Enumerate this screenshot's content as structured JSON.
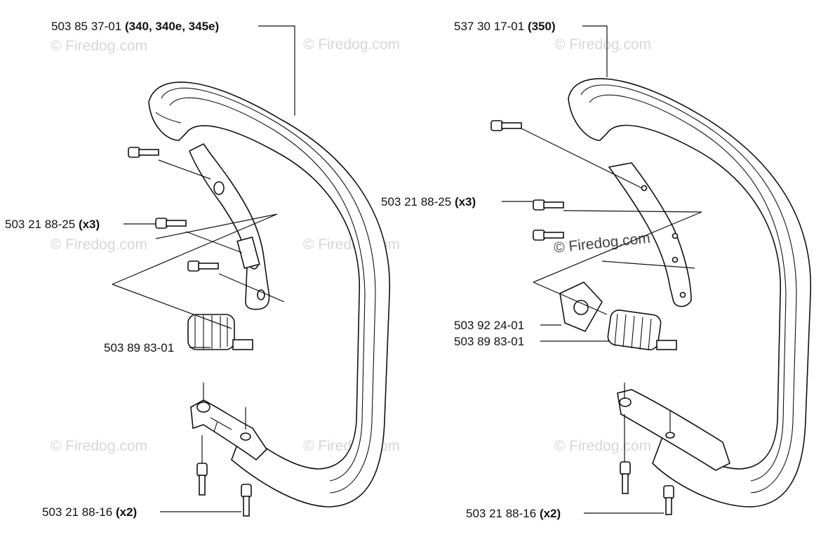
{
  "watermark": "© Firedog.com",
  "left": {
    "labels": [
      {
        "part": "503 85 37-01",
        "note": "(340, 340e, 345e)"
      },
      {
        "part": "503 21 88-25",
        "note": "(x3)"
      },
      {
        "part": "503 89 83-01",
        "note": ""
      },
      {
        "part": "503 21 88-16",
        "note": "(x2)"
      }
    ]
  },
  "right": {
    "labels": [
      {
        "part": "537 30 17-01",
        "note": "(350)"
      },
      {
        "part": "503 21 88-25",
        "note": "(x3)"
      },
      {
        "part": "503 92 24-01",
        "note": ""
      },
      {
        "part": "503 89 83-01",
        "note": ""
      },
      {
        "part": "503 21 88-16",
        "note": "(x2)"
      }
    ]
  }
}
